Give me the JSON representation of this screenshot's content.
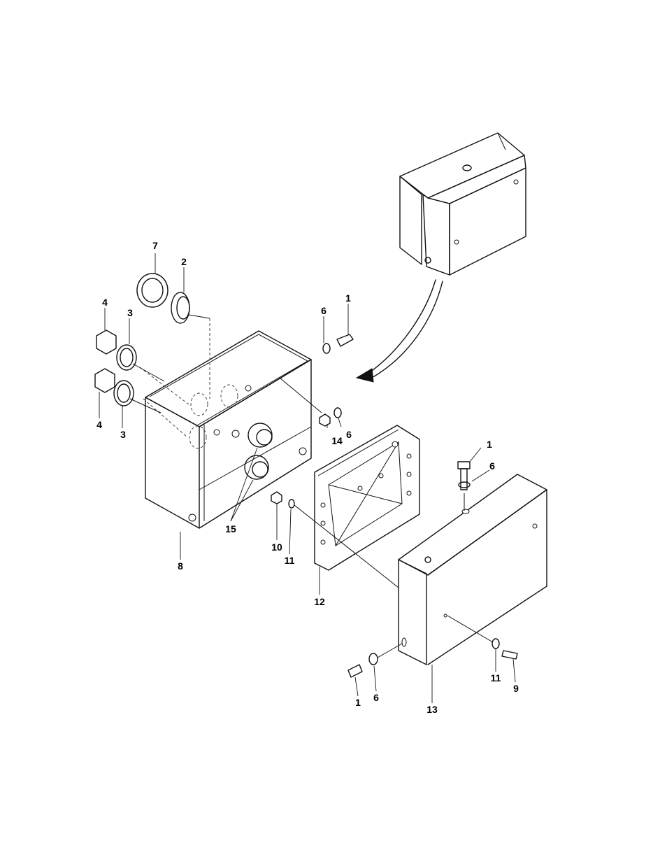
{
  "diagram": {
    "callouts": [
      {
        "id": "c7",
        "text": "7"
      },
      {
        "id": "c2",
        "text": "2"
      },
      {
        "id": "c4a",
        "text": "4"
      },
      {
        "id": "c3a",
        "text": "3"
      },
      {
        "id": "c4b",
        "text": "4"
      },
      {
        "id": "c3b",
        "text": "3"
      },
      {
        "id": "c6a",
        "text": "6"
      },
      {
        "id": "c1a",
        "text": "1"
      },
      {
        "id": "c14",
        "text": "14"
      },
      {
        "id": "c6b",
        "text": "6"
      },
      {
        "id": "c15",
        "text": "15"
      },
      {
        "id": "c8",
        "text": "8"
      },
      {
        "id": "c10",
        "text": "10"
      },
      {
        "id": "c11a",
        "text": "11"
      },
      {
        "id": "c12",
        "text": "12"
      },
      {
        "id": "c1b",
        "text": "1"
      },
      {
        "id": "c6c",
        "text": "6"
      },
      {
        "id": "c1c",
        "text": "1"
      },
      {
        "id": "c6d",
        "text": "6"
      },
      {
        "id": "c13",
        "text": "13"
      },
      {
        "id": "c11b",
        "text": "11"
      },
      {
        "id": "c9",
        "text": "9"
      }
    ]
  }
}
